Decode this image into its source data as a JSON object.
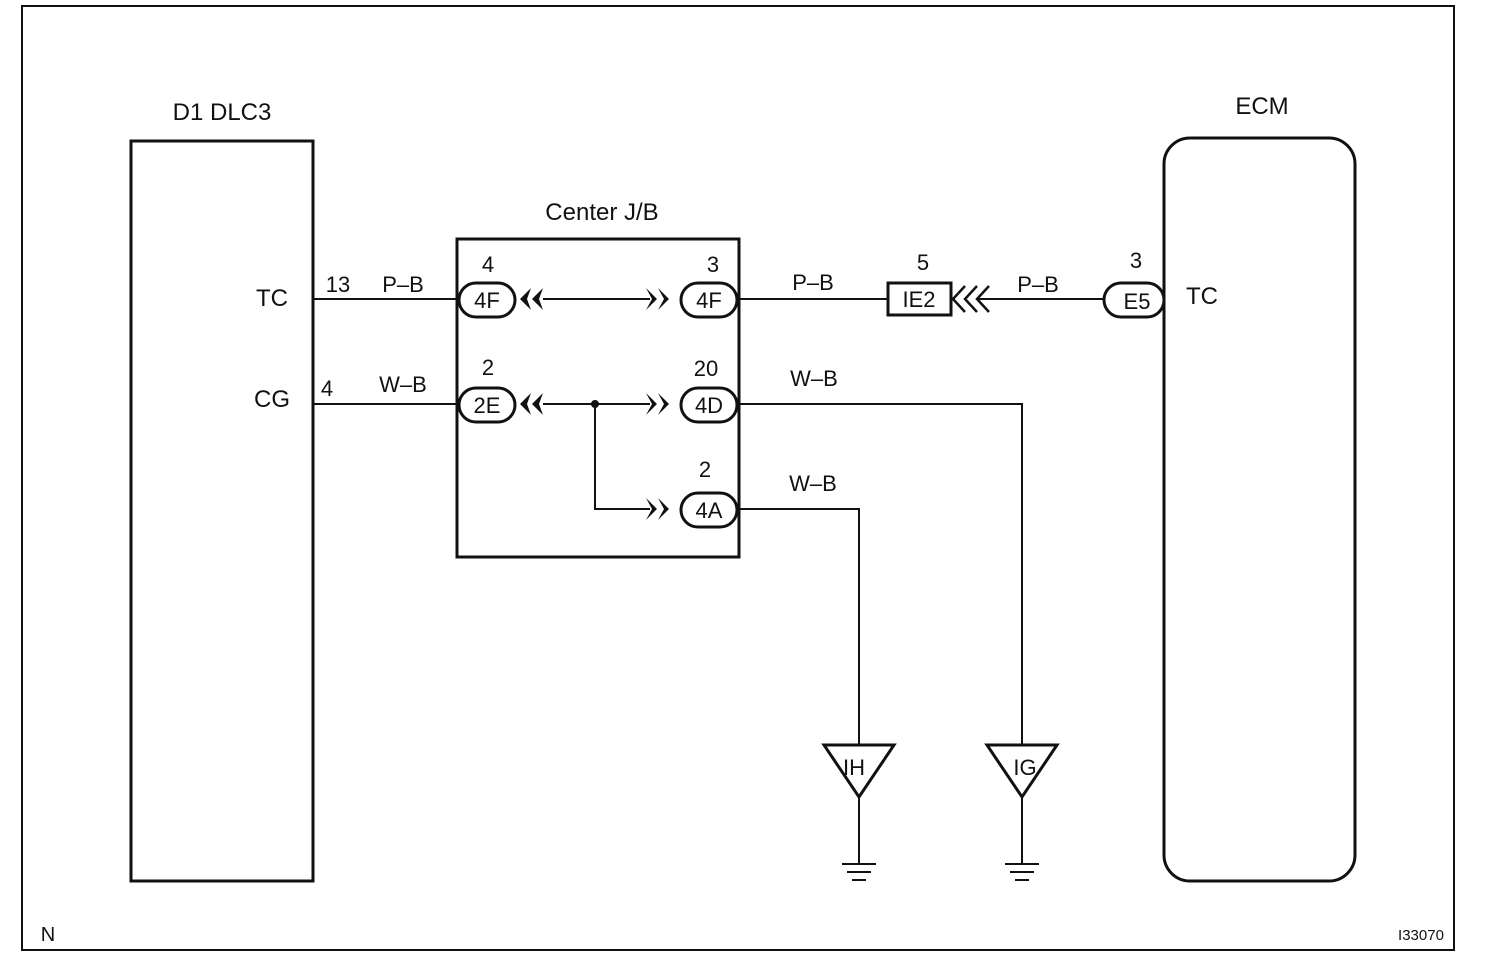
{
  "components": {
    "dlc3": {
      "title": "D1 DLC3",
      "pin_tc": "TC",
      "pin_cg": "CG"
    },
    "junction_block": {
      "title": "Center J/B"
    },
    "ecm": {
      "title": "ECM",
      "pin_tc": "TC"
    }
  },
  "wires": {
    "tc_left_pin": "13",
    "tc_left_color": "P–B",
    "cg_left_pin": "4",
    "cg_left_color": "W–B",
    "tc_mid_color": "P–B",
    "tc_right_color": "P–B",
    "ground_4d_color": "W–B",
    "ground_4a_color": "W–B"
  },
  "connectors": {
    "jb_4f_in": {
      "id": "4F",
      "pin": "4"
    },
    "jb_2e_in": {
      "id": "2E",
      "pin": "2"
    },
    "jb_4f_out": {
      "id": "4F",
      "pin": "3"
    },
    "jb_4d_out": {
      "id": "4D",
      "pin": "20"
    },
    "jb_4a_out": {
      "id": "4A",
      "pin": "2"
    },
    "ie2": {
      "id": "IE2",
      "pin": "5"
    },
    "e5": {
      "id": "E5",
      "pin": "3"
    }
  },
  "grounds": {
    "ih": "IH",
    "ig": "IG"
  },
  "footer": {
    "corner_left": "N",
    "figure_id": "I33070"
  }
}
